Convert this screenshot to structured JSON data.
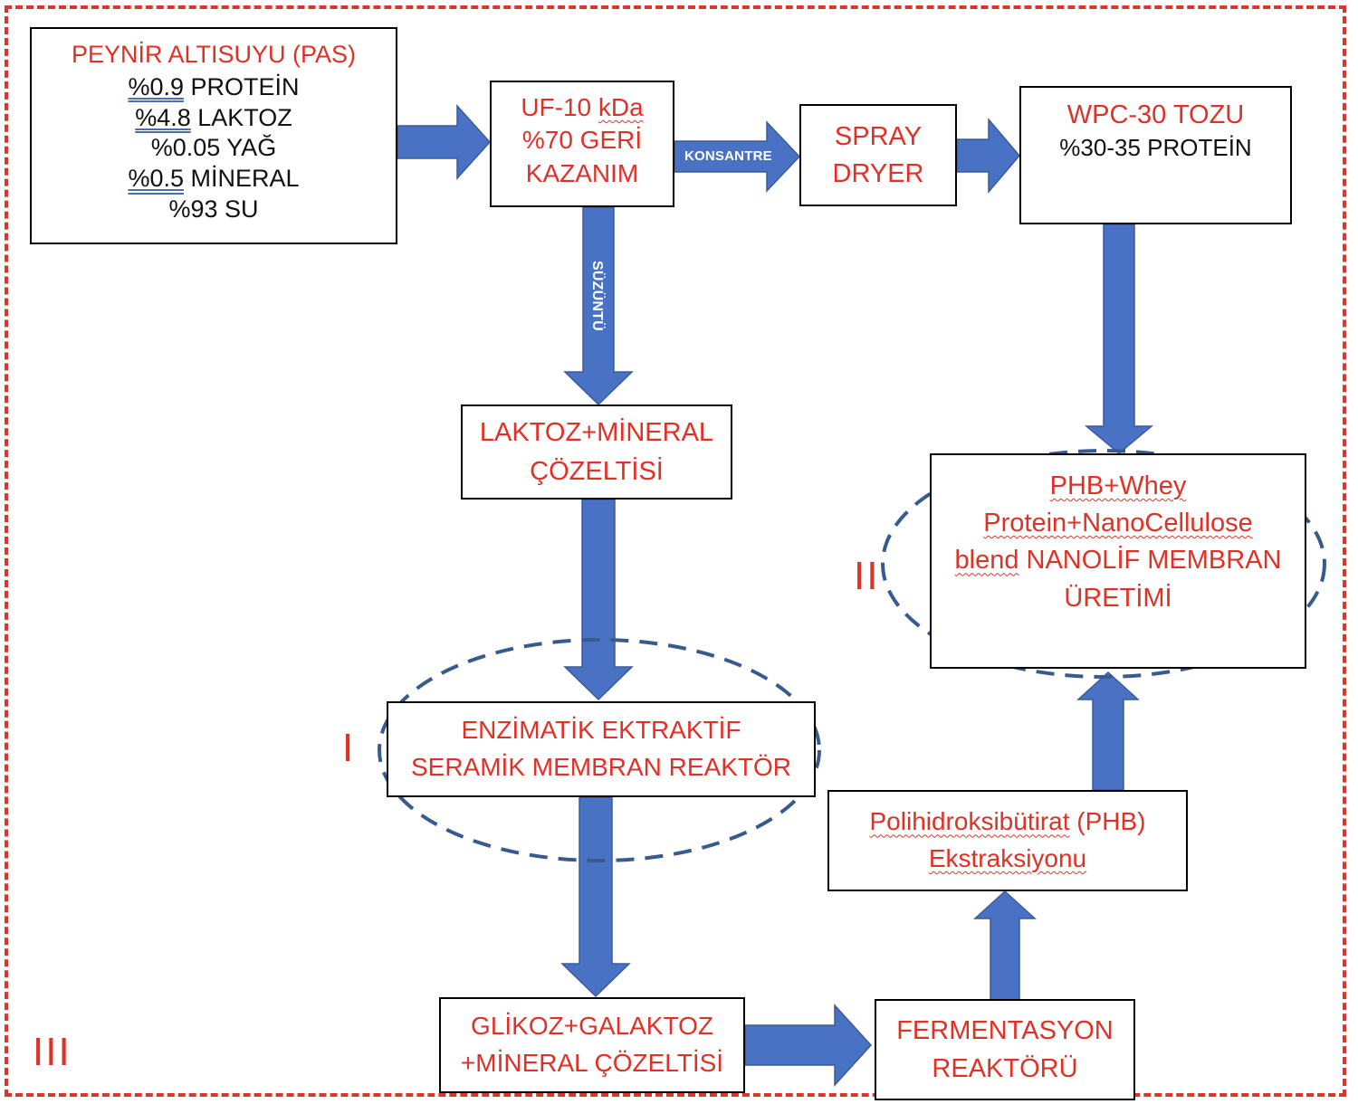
{
  "colors": {
    "frame": "#d9372b",
    "title_red": "#e03127",
    "arrow_fill": "#4a72c4",
    "arrow_stroke": "#3b5b99",
    "ellipse_dash": "#375a8f",
    "box_border": "#000000"
  },
  "frame_label": "III",
  "nodes": {
    "pas": {
      "title": "PEYNİR ALTISUYU (PAS)",
      "lines": [
        {
          "value": "%0.9",
          "label": " PROTEİN"
        },
        {
          "value": "%4.8",
          "label": " LAKTOZ"
        },
        {
          "value": "%0.05",
          "label": " YAĞ"
        },
        {
          "value": "%0.5",
          "label": " MİNERAL"
        },
        {
          "value": "%93",
          "label": " SU"
        }
      ]
    },
    "uf": {
      "line1_a": "UF-10 ",
      "line1_b": "kDa",
      "line2": "%70 GERİ",
      "line3": "KAZANIM"
    },
    "spray": {
      "line1": "SPRAY",
      "line2": "DRYER"
    },
    "wpc": {
      "title": "WPC-30 TOZU",
      "subtitle": "%30-35 PROTEİN"
    },
    "laktoz": {
      "line1": "LAKTOZ+MİNERAL",
      "line2": "ÇÖZELTİSİ"
    },
    "enzim": {
      "line1": "ENZİMATİK EKTRAKTİF",
      "line2": "SERAMİK MEMBRAN REAKTÖR",
      "group_label": "I"
    },
    "glikoz": {
      "line1": "GLİKOZ+GALAKTOZ",
      "line2": "+MİNERAL ÇÖZELTİSİ"
    },
    "ferm": {
      "line1": "FERMENTASYON",
      "line2": "REAKTÖRÜ"
    },
    "phb": {
      "line1_a": "Polihidroksibütirat",
      "line1_b": " (PHB)",
      "line2": "Ekstraksiyonu"
    },
    "membran": {
      "line1": "PHB+Whey",
      "line2": "Protein+NanoCellulose",
      "line3_a": "blend",
      "line3_b": " NANOLİF MEMBRAN",
      "line4": "ÜRETİMİ",
      "group_label": "II"
    }
  },
  "arrows": {
    "konsantre_label": "KONSANTRE",
    "suzuntu_label": "SÜZÜNTÜ"
  }
}
